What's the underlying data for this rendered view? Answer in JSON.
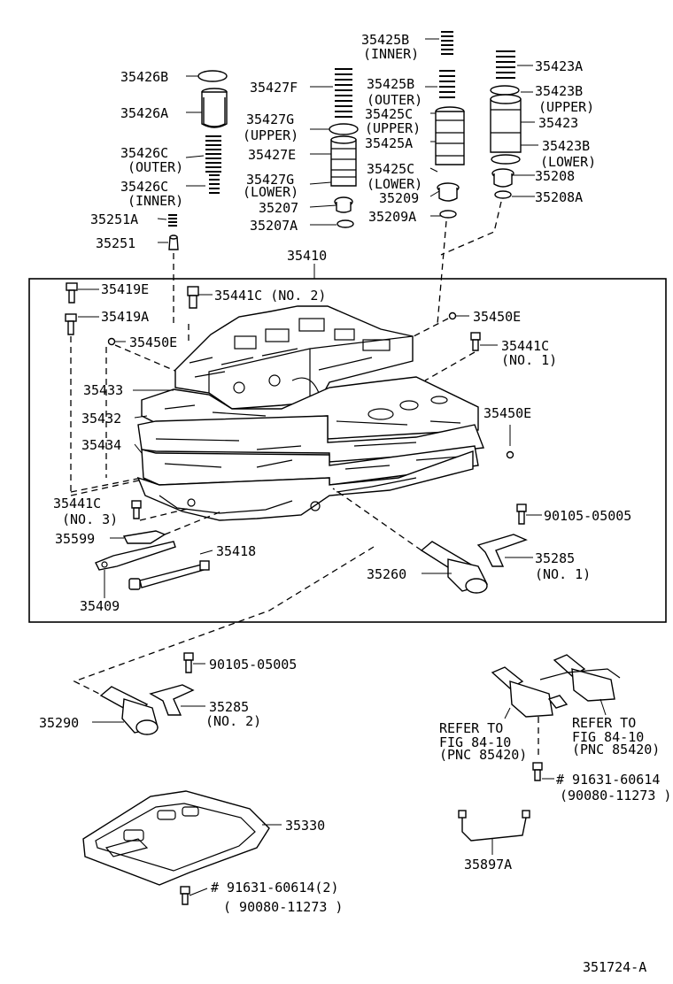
{
  "labels": {
    "p35425B_inner": "35425B",
    "inner_1": "(INNER)",
    "p35423A": "35423A",
    "p35426B": "35426B",
    "p35427F": "35427F",
    "p35425B_outer": "35425B",
    "outer_1": "(OUTER)",
    "p35423B_upper": "35423B",
    "upper_1": "(UPPER)",
    "p35426A": "35426A",
    "p35427G_upper": "35427G",
    "upper_2": "(UPPER)",
    "p35425C_upper": "35425C",
    "upper_3": "(UPPER)",
    "p35423": "35423",
    "p35427E": "35427E",
    "p35425A": "35425A",
    "p35426C_outer": "35426C",
    "outer_2": "(OUTER)",
    "p35423B_lower": "35423B",
    "lower_1": "(LOWER)",
    "p35427G_lower": "35427G",
    "lower_2": "(LOWER)",
    "p35425C_lower": "35425C",
    "lower_3": "(LOWER)",
    "p35208": "35208",
    "p35426C_inner": "35426C",
    "inner_2": "(INNER)",
    "p35209": "35209",
    "p35207": "35207",
    "p35208A": "35208A",
    "p35251A": "35251A",
    "p35207A": "35207A",
    "p35209A": "35209A",
    "p35251": "35251",
    "p35410": "35410",
    "p35419E": "35419E",
    "p35441C_no2": "35441C (NO. 2)",
    "p35419A": "35419A",
    "p35450E_a": "35450E",
    "p35450E_b": "35450E",
    "p35441C_no1": "35441C",
    "no1_a": "(NO. 1)",
    "p35433": "35433",
    "p35450E_c": "35450E",
    "p35432": "35432",
    "p35434": "35434",
    "p35441C_no3": "35441C",
    "no3": "(NO. 3)",
    "p90105_a": "90105-05005",
    "p35599": "35599",
    "p35418": "35418",
    "p35285_no1": "35285",
    "no1_b": "(NO. 1)",
    "p35260": "35260",
    "p35409": "35409",
    "p90105_b": "90105-05005",
    "p35290": "35290",
    "p35285_no2": "35285",
    "no2": "(NO. 2)",
    "refer_a1": "REFER TO",
    "refer_a2": "FIG 84-10",
    "refer_a3": "(PNC 85420)",
    "refer_b1": "REFER TO",
    "refer_b2": "FIG 84-10",
    "refer_b3": "(PNC 85420)",
    "bolt_a1": "# 91631-60614",
    "bolt_a2": "(90080-11273 )",
    "p35330": "35330",
    "p35897A": "35897A",
    "bolt_b1": "# 91631-60614(2)",
    "bolt_b2": "( 90080-11273 )",
    "drawing_no": "351724-A"
  }
}
